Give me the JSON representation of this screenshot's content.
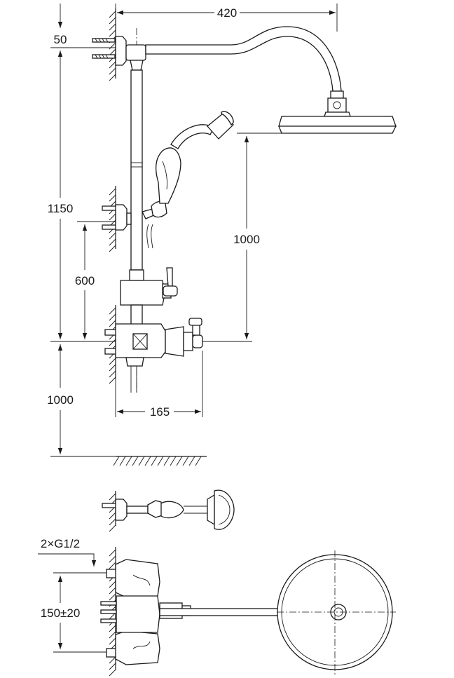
{
  "dimensions": {
    "head_reach": "420",
    "top_offset": "50",
    "riser_height": "1150",
    "bracket_height": "600",
    "head_height": "1000",
    "floor_height": "1000",
    "valve_depth": "165",
    "thread": "2×G1/2",
    "inlet_spacing": "150±20"
  }
}
